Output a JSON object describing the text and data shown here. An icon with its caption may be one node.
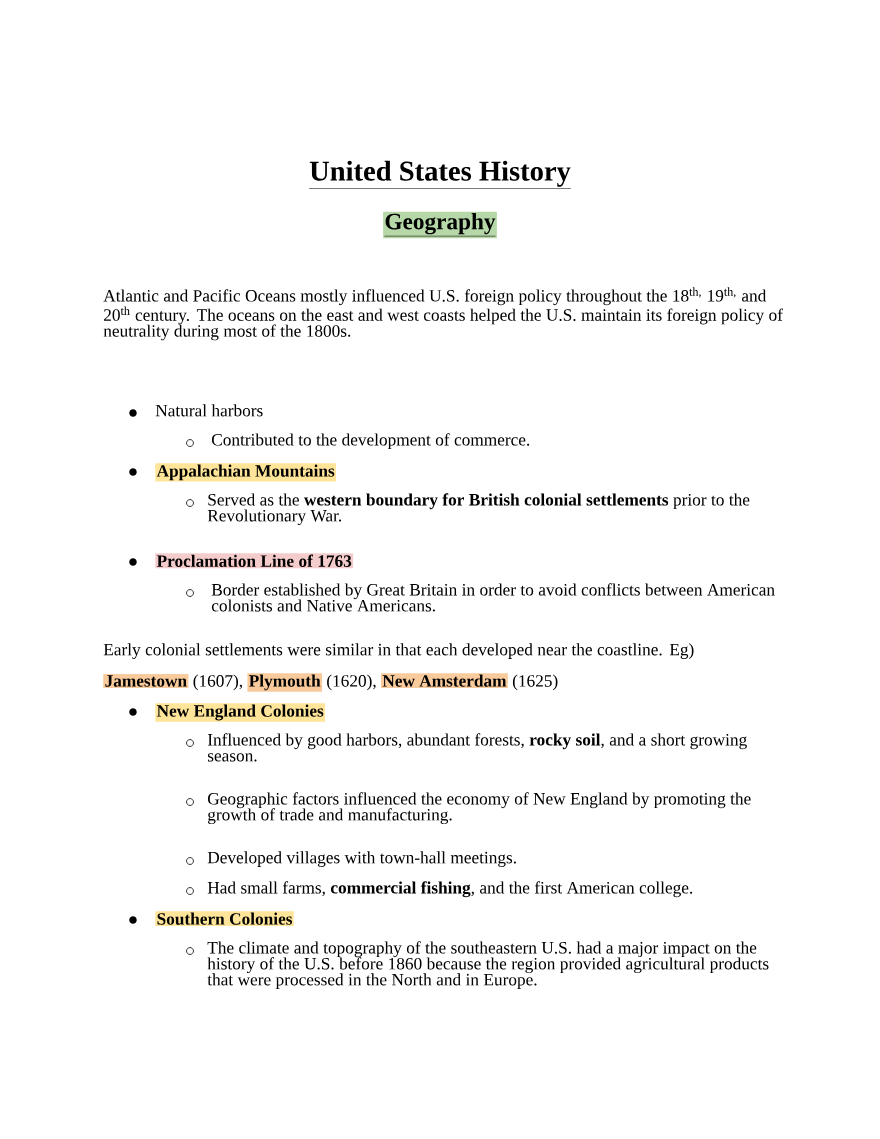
{
  "diagram": {
    "title": "United States History",
    "labels": [
      "Geography",
      "Atlantic and Pacific Oceans mostly influenced U.S. foreign policy throughout the 18$^{th,}$ 19$^{th,}$ and 20$^{th}$ century.  The oceans on the east and west coasts helped the U.S. maintain its foreign policy of neutrality during  most of the 1800s.",
      "Natural harbors",
      "Contributed to the development of commerce.",
      "Appalachian Mountains",
      "Served as the **western boundary for British colonial settlements** prior to the Revolutionary War.",
      "Proclamation Line of 1763",
      "Border established by Great Britain in order to avoid conflicts between American colonists and Native Americans.",
      "Early colonial settlements were similar in that each developed near the coastline. Eg)",
      "Jamestown",
      "(1607),",
      "Plymouth",
      "(1620),",
      "New Amsterdam",
      "(1625)",
      "New England Colonies",
      "Influenced by good harbors, abundant forests, **rocky soil**, and a short growing season.",
      "Geographic factors influenced the economy of New England by promoting the growth of trade and manufacturing.",
      "Developed villages with town-hall meetings.",
      "Had small farms, **commercial fishing**, and the first American college.",
      "Southern Colonies",
      "The climate and topography of the southeastern U.S. had a major impact on the history of the U.S. before 1860 because the region provided agricultural products that were processed in the North and in Europe."
    ]
  }
}
